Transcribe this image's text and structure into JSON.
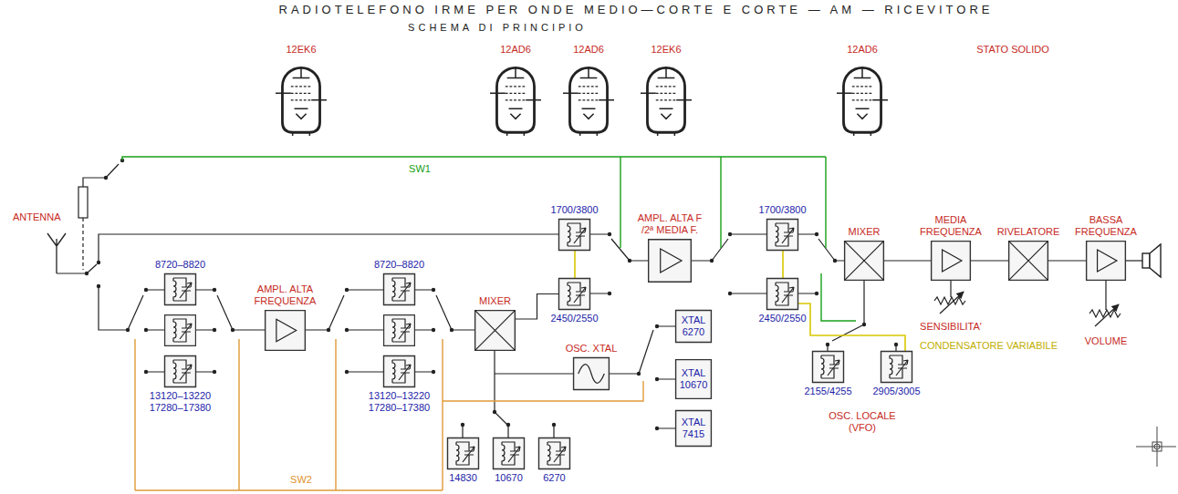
{
  "diagram": {
    "title": "RADIOTELEFONO IRME PER ONDE MEDIO—CORTE E CORTE — AM — RICEVITORE",
    "nodes": [
      {
        "text": [
          "8720–8820"
        ]
      },
      {
        "text": [
          "13120–13220 17280–17380"
        ]
      },
      {
        "text": [
          "AMPL. ALTA FREQUENZA"
        ]
      },
      {
        "text": [
          "8720–8820"
        ]
      },
      {
        "text": [
          "13120–13220 17280–17380"
        ]
      },
      {
        "text": [
          "MIXER"
        ]
      },
      {
        "text": [
          "OSC. XTAL"
        ]
      },
      {
        "text": [
          "XTAL 6270"
        ]
      },
      {
        "text": [
          "XTAL 10670"
        ]
      },
      {
        "text": [
          "XTAL 7415"
        ]
      },
      {
        "text": [
          "14830"
        ]
      },
      {
        "text": [
          "10670"
        ]
      },
      {
        "text": [
          "6270"
        ]
      },
      {
        "text": [
          "1700/3800"
        ]
      },
      {
        "text": [
          "2450/2550"
        ]
      },
      {
        "text": [
          "AMPL. ALTA F /2ª MEDIA F."
        ]
      },
      {
        "text": [
          "1700/3800"
        ]
      },
      {
        "text": [
          "2450/2550"
        ]
      },
      {
        "text": [
          "MIXER"
        ]
      },
      {
        "text": [
          "MEDIA FREQUENZA"
        ]
      },
      {
        "text": [
          "RIVELATORE"
        ]
      },
      {
        "text": [
          "BASSA FREQUENZA"
        ]
      },
      {
        "text": [
          "2155/4255"
        ]
      },
      {
        "text": [
          "2905/3005"
        ]
      }
    ],
    "edges": [
      {
        "from": 5,
        "to": 14,
        "arrow": "none"
      },
      {
        "from": 18,
        "to": 19,
        "arrow": "none"
      },
      {
        "from": 19,
        "to": 20,
        "arrow": "none"
      },
      {
        "from": 20,
        "to": 21,
        "arrow": "none"
      }
    ],
    "labels": [
      "SCHEMA DI PRINCIPIO",
      "12EK6",
      "12AD6",
      "12AD6",
      "12EK6",
      "12AD6",
      "STATO SOLIDO",
      "SW1",
      "ANTENNA",
      "SW2",
      "SENSIBILITA'",
      "VOLUME",
      "CONDENSATORE VARIABILE",
      "OSC. LOCALE (VFO)"
    ]
  }
}
